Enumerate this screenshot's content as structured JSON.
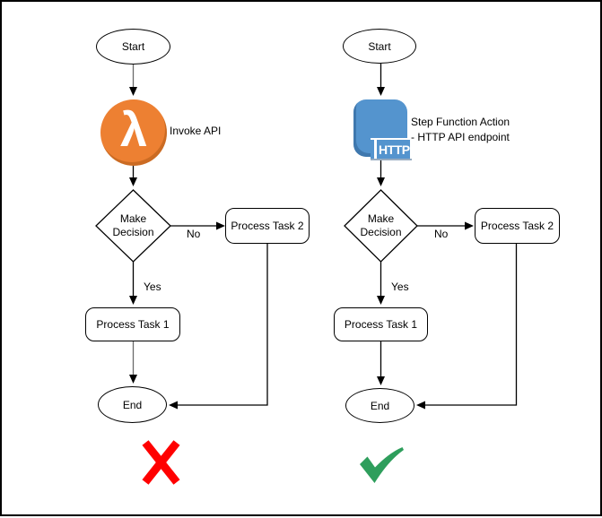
{
  "colors": {
    "lambda_orange": "#ED8032",
    "http_blue": "#5494CE",
    "cross_red": "#FF0000",
    "check_green": "#2E9E5C",
    "edge_black": "#000000",
    "edge_gray": "#6b6b6b"
  },
  "flows": {
    "left": {
      "start": "Start",
      "lambda_glyph": "λ",
      "icon_caption": "Invoke API",
      "decision": "Make Decision",
      "no": "No",
      "task2": "Process Task 2",
      "yes": "Yes",
      "task1": "Process Task 1",
      "end": "End",
      "verdict_icon": "red-cross"
    },
    "right": {
      "start": "Start",
      "http_badge": "HTTP",
      "icon_caption_line1": "Step Function Action",
      "icon_caption_line2": "- HTTP API endpoint",
      "decision": "Make Decision",
      "no": "No",
      "task2": "Process Task 2",
      "yes": "Yes",
      "task1": "Process Task 1",
      "end": "End",
      "verdict_icon": "green-check"
    }
  }
}
